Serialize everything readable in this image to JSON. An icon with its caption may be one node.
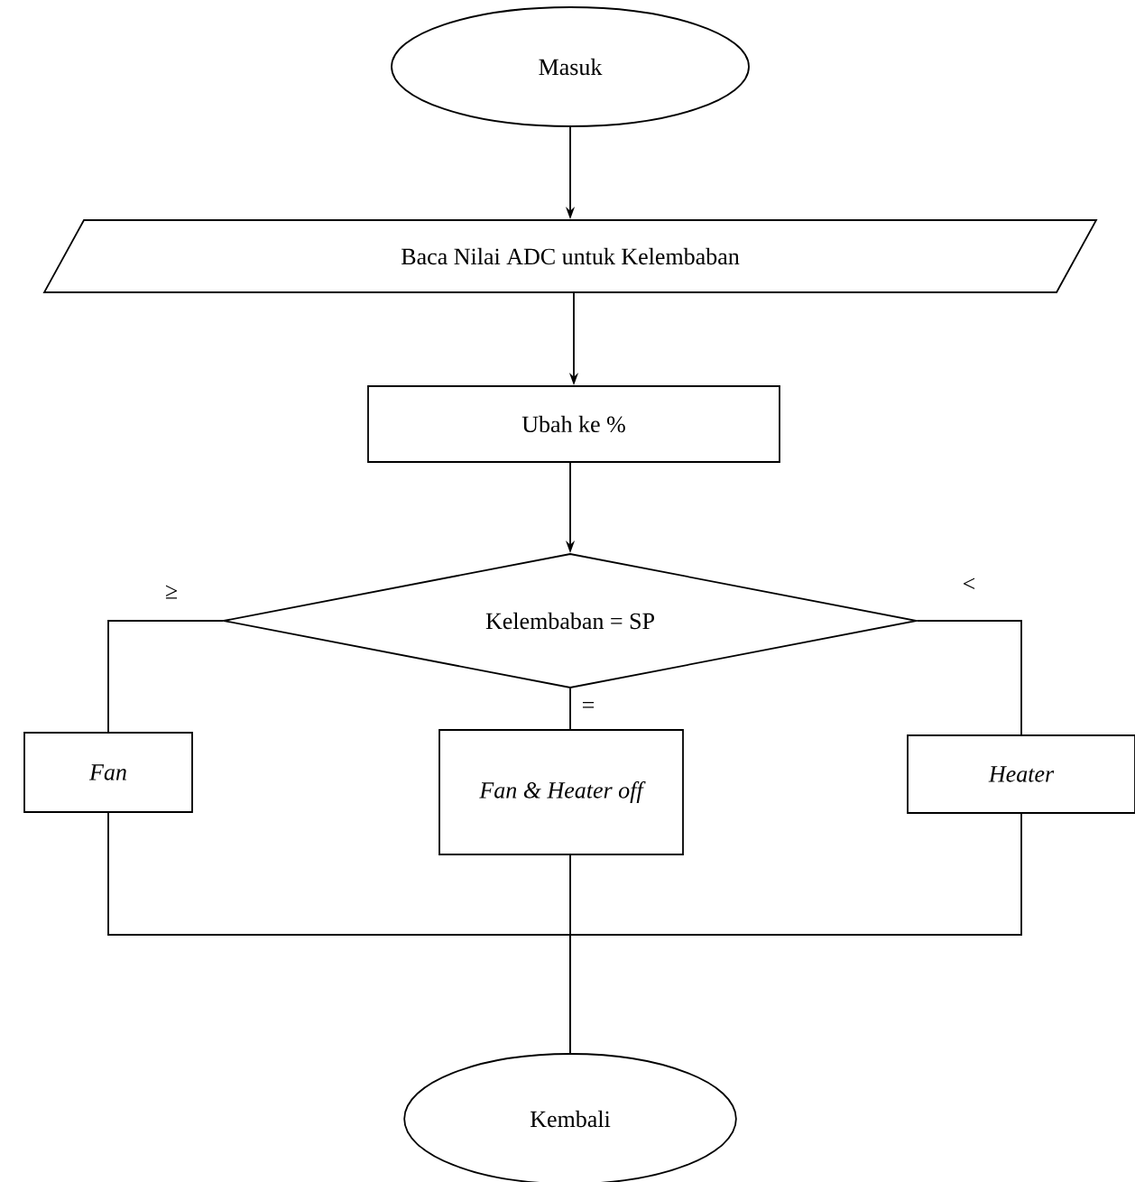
{
  "diagram": {
    "nodes": [
      {
        "text": [
          "Masuk"
        ]
      },
      {
        "text": [
          "Baca Nilai  ADC untuk Kelembaban"
        ]
      },
      {
        "text": [
          "Ubah ke %"
        ]
      },
      {
        "text": [
          "Kelembaban = SP"
        ]
      },
      {
        "text": [
          "Fan"
        ]
      },
      {
        "text": [
          "Fan & Heater off"
        ]
      },
      {
        "text": [
          "Heater"
        ]
      },
      {
        "text": [
          "Kembali"
        ]
      }
    ],
    "edges": [
      {
        "from": 0,
        "to": 1,
        "arrow": "to"
      },
      {
        "from": 1,
        "to": 2,
        "arrow": "to"
      },
      {
        "from": 2,
        "to": 3,
        "arrow": "to"
      },
      {
        "from": 3,
        "to": 4,
        "arrow": "none",
        "label": "≥"
      },
      {
        "from": 3,
        "to": 5,
        "arrow": "none",
        "label": "="
      },
      {
        "from": 3,
        "to": 6,
        "arrow": "none",
        "label": "<"
      },
      {
        "from": 4,
        "to": 7,
        "arrow": "none"
      },
      {
        "from": 5,
        "to": 7,
        "arrow": "none"
      },
      {
        "from": 6,
        "to": 7,
        "arrow": "none"
      }
    ]
  }
}
